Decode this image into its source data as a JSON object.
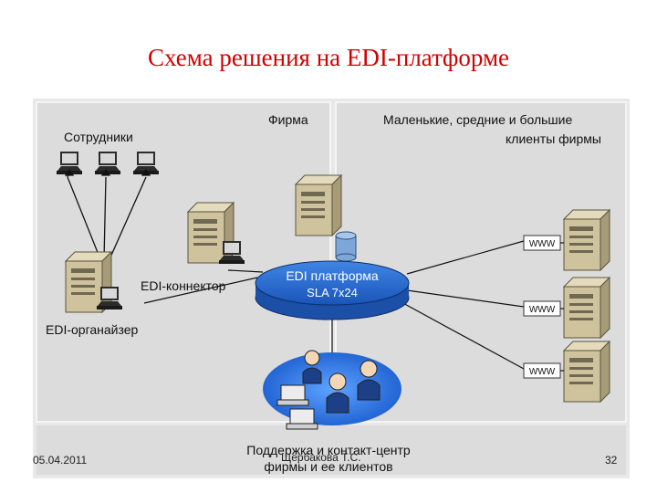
{
  "title": "Схема решения на EDI-платформе",
  "diagram": {
    "firm_label": "Фирма",
    "clients_label_line1": "Маленькие, средние и большие",
    "clients_label_line2": "клиенты фирмы",
    "employees_label": "Сотрудники",
    "connector_label": "EDI-коннектор",
    "organizer_label": "EDI-органайзер",
    "platform_label_line1": "EDI платформа",
    "platform_label_line2": "SLA 7x24",
    "www_label": "WWW",
    "support_label_line1": "Поддержка и контакт-центр",
    "support_label_line2": "фирмы и ее клиентов"
  },
  "footer": {
    "date": "05.04.2011",
    "author": "Щербакова Т.С.",
    "page": "32"
  },
  "colors": {
    "title": "#d40000",
    "panel_border": "#e8e8e8",
    "panel_fill": "#dcdcdc",
    "platform_blue": "#1f5fc4",
    "server_tan": "#c9bc95",
    "support_blue": "#2a6fd6"
  }
}
